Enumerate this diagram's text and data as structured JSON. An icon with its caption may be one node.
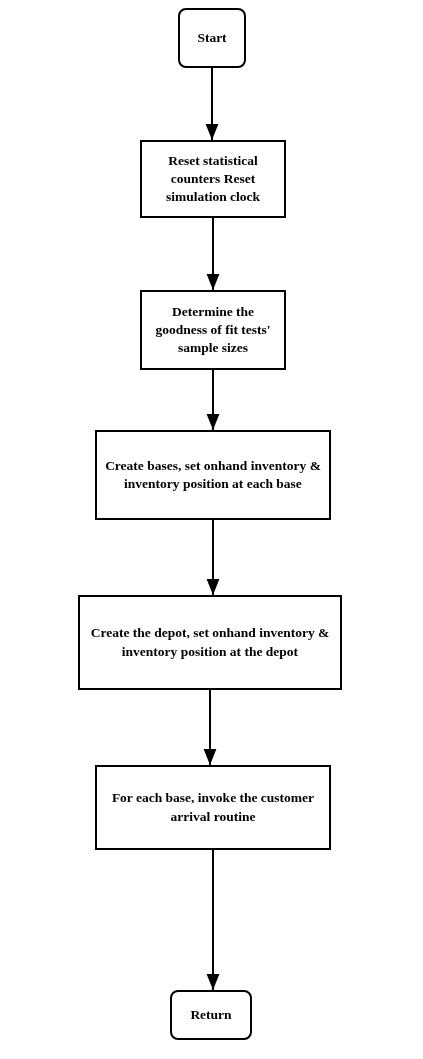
{
  "diagram": {
    "nodes": [
      {
        "text": [
          "Start"
        ]
      },
      {
        "text": [
          "Reset statistical counters Reset simulation clock"
        ]
      },
      {
        "text": [
          "Determine the goodness of fit tests' sample sizes"
        ]
      },
      {
        "text": [
          "Create bases, set onhand inventory & inventory position at each base"
        ]
      },
      {
        "text": [
          "Create the depot, set onhand inventory & inventory position at the depot"
        ]
      },
      {
        "text": [
          "For each base, invoke the customer arrival routine"
        ]
      },
      {
        "text": [
          "Return"
        ]
      }
    ],
    "edges": [
      {
        "from": 0,
        "to": 1,
        "arrow": "to"
      },
      {
        "from": 1,
        "to": 2,
        "arrow": "to"
      },
      {
        "from": 2,
        "to": 3,
        "arrow": "to"
      },
      {
        "from": 3,
        "to": 4,
        "arrow": "to"
      },
      {
        "from": 4,
        "to": 5,
        "arrow": "to"
      },
      {
        "from": 5,
        "to": 6,
        "arrow": "to"
      }
    ]
  }
}
